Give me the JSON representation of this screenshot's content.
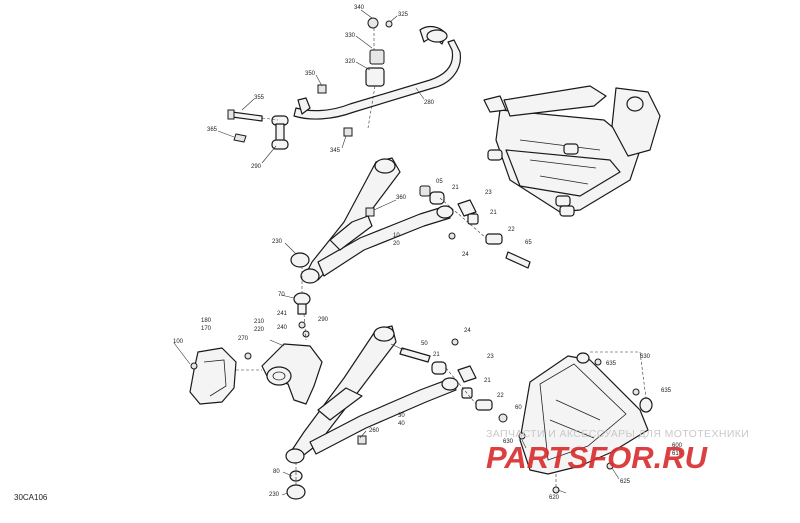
{
  "diagram": {
    "figure_code": "30CA106",
    "callouts": [
      {
        "id": "c340",
        "text": "340"
      },
      {
        "id": "c325",
        "text": "325"
      },
      {
        "id": "c330",
        "text": "330"
      },
      {
        "id": "c320",
        "text": "320"
      },
      {
        "id": "c350",
        "text": "350"
      },
      {
        "id": "c355",
        "text": "355"
      },
      {
        "id": "c365",
        "text": "365"
      },
      {
        "id": "c290",
        "text": "290"
      },
      {
        "id": "c345",
        "text": "345"
      },
      {
        "id": "c280",
        "text": "280"
      },
      {
        "id": "c360",
        "text": "360"
      },
      {
        "id": "c05",
        "text": "05"
      },
      {
        "id": "c21a",
        "text": "21"
      },
      {
        "id": "c23a",
        "text": "23"
      },
      {
        "id": "c21b",
        "text": "21"
      },
      {
        "id": "c22a",
        "text": "22"
      },
      {
        "id": "c65",
        "text": "65"
      },
      {
        "id": "c10",
        "text": "10"
      },
      {
        "id": "c20",
        "text": "20"
      },
      {
        "id": "c24a",
        "text": "24"
      },
      {
        "id": "c230a",
        "text": "230"
      },
      {
        "id": "c70",
        "text": "70"
      },
      {
        "id": "c241",
        "text": "241"
      },
      {
        "id": "c240",
        "text": "240"
      },
      {
        "id": "c290b",
        "text": "290"
      },
      {
        "id": "c210",
        "text": "210"
      },
      {
        "id": "c220",
        "text": "220"
      },
      {
        "id": "c270",
        "text": "270"
      },
      {
        "id": "c180",
        "text": "180"
      },
      {
        "id": "c170",
        "text": "170"
      },
      {
        "id": "c100",
        "text": "100"
      },
      {
        "id": "c24b",
        "text": "24"
      },
      {
        "id": "c50",
        "text": "50"
      },
      {
        "id": "c21c",
        "text": "21"
      },
      {
        "id": "c23b",
        "text": "23"
      },
      {
        "id": "c21d",
        "text": "21"
      },
      {
        "id": "c22b",
        "text": "22"
      },
      {
        "id": "c60",
        "text": "60"
      },
      {
        "id": "c30",
        "text": "30"
      },
      {
        "id": "c40",
        "text": "40"
      },
      {
        "id": "c260",
        "text": "260"
      },
      {
        "id": "c80",
        "text": "80"
      },
      {
        "id": "c230b",
        "text": "230"
      },
      {
        "id": "c630a",
        "text": "630"
      },
      {
        "id": "c635a",
        "text": "635"
      },
      {
        "id": "c635b",
        "text": "635"
      },
      {
        "id": "c630b",
        "text": "630"
      },
      {
        "id": "c600",
        "text": "600"
      },
      {
        "id": "c610",
        "text": "610"
      },
      {
        "id": "c625",
        "text": "625"
      },
      {
        "id": "c620",
        "text": "620"
      }
    ]
  },
  "watermark": {
    "tagline": "ЗАПЧАСТИ И АКСЕССУАРЫ ДЛЯ МОТОТЕХНИКИ",
    "logo": "PARTSFOR.RU"
  },
  "colors": {
    "logo": "#d92b2b",
    "line": "#1a1a1a",
    "fill": "#f4f4f4"
  }
}
